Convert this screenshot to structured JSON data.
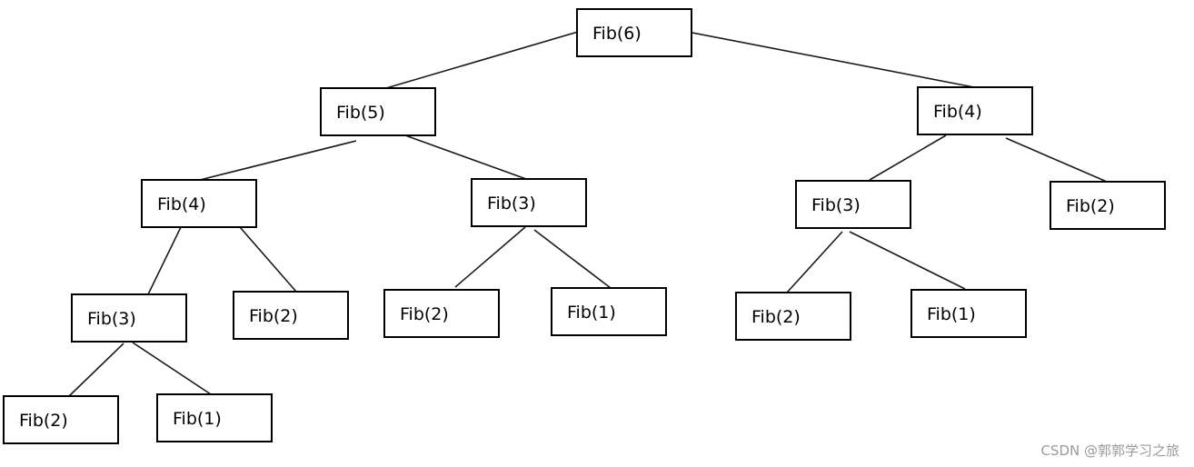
{
  "diagram": {
    "type": "tree",
    "nodes": [
      {
        "id": "n1",
        "label": "Fib(6)"
      },
      {
        "id": "n2",
        "label": "Fib(5)"
      },
      {
        "id": "n3",
        "label": "Fib(4)"
      },
      {
        "id": "n4",
        "label": "Fib(4)"
      },
      {
        "id": "n5",
        "label": "Fib(3)"
      },
      {
        "id": "n6",
        "label": "Fib(3)"
      },
      {
        "id": "n7",
        "label": "Fib(2)"
      },
      {
        "id": "n8",
        "label": "Fib(3)"
      },
      {
        "id": "n9",
        "label": "Fib(2)"
      },
      {
        "id": "n10",
        "label": "Fib(2)"
      },
      {
        "id": "n11",
        "label": "Fib(1)"
      },
      {
        "id": "n12",
        "label": "Fib(2)"
      },
      {
        "id": "n13",
        "label": "Fib(1)"
      },
      {
        "id": "n14",
        "label": "Fib(2)"
      },
      {
        "id": "n15",
        "label": "Fib(1)"
      }
    ],
    "edges": [
      {
        "from": "n1",
        "to": "n2"
      },
      {
        "from": "n1",
        "to": "n3"
      },
      {
        "from": "n2",
        "to": "n4"
      },
      {
        "from": "n2",
        "to": "n5"
      },
      {
        "from": "n3",
        "to": "n6"
      },
      {
        "from": "n3",
        "to": "n7"
      },
      {
        "from": "n4",
        "to": "n8"
      },
      {
        "from": "n4",
        "to": "n9"
      },
      {
        "from": "n5",
        "to": "n10"
      },
      {
        "from": "n5",
        "to": "n11"
      },
      {
        "from": "n6",
        "to": "n12"
      },
      {
        "from": "n6",
        "to": "n13"
      },
      {
        "from": "n8",
        "to": "n14"
      },
      {
        "from": "n8",
        "to": "n15"
      }
    ]
  },
  "watermark": "CSDN @郭郭学习之旅"
}
